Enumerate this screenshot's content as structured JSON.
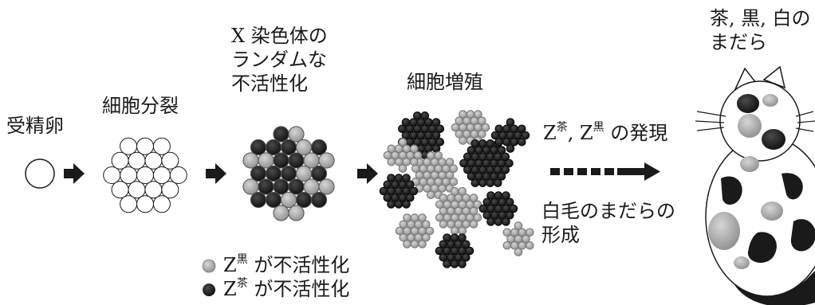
{
  "labels": {
    "zygote": "受精卵",
    "cell_division": "細胞分裂",
    "x_inactivation": [
      "X 染色体の",
      "ランダムな",
      "不活性化"
    ],
    "proliferation": "細胞増殖",
    "expression": {
      "prefix_z1": "Z",
      "sup1": "茶",
      "comma": ", ",
      "prefix_z2": "Z",
      "sup2": "黒",
      "suffix": " の発現"
    },
    "white_patches": [
      "白毛のまだらの",
      "形成"
    ],
    "cat_title": [
      "茶, 黒, 白の",
      "まだら"
    ]
  },
  "legend": [
    {
      "z": "Z",
      "sup": "黒",
      "text": " が不活性化",
      "fill": "#aaaaaa"
    },
    {
      "z": "Z",
      "sup": "茶",
      "text": " が不活性化",
      "fill": "#1a1a1a"
    }
  ],
  "colors": {
    "ink": "#1a1a1a",
    "grey": "#aaaaaa",
    "dark": "#1f1f1f",
    "white": "#ffffff"
  }
}
